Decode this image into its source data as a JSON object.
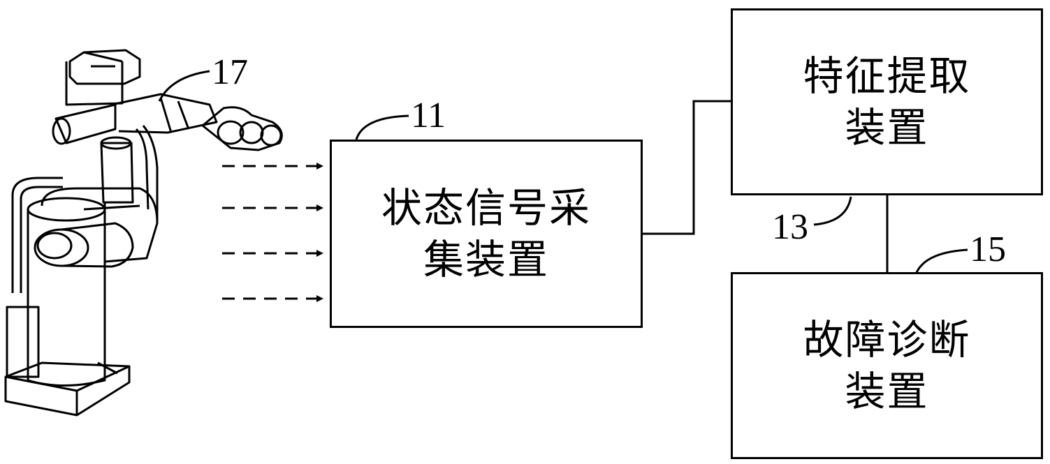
{
  "boxes": {
    "acquisition": {
      "line1": "状态信号采",
      "line2": "集装置"
    },
    "feature": {
      "line1": "特征提取",
      "line2": "装置"
    },
    "diagnosis": {
      "line1": "故障诊断",
      "line2": "装置"
    }
  },
  "refs": {
    "robot": "17",
    "acquisition": "11",
    "feature": "13",
    "diagnosis": "15"
  },
  "colors": {
    "line": "#000000",
    "background": "#ffffff"
  }
}
